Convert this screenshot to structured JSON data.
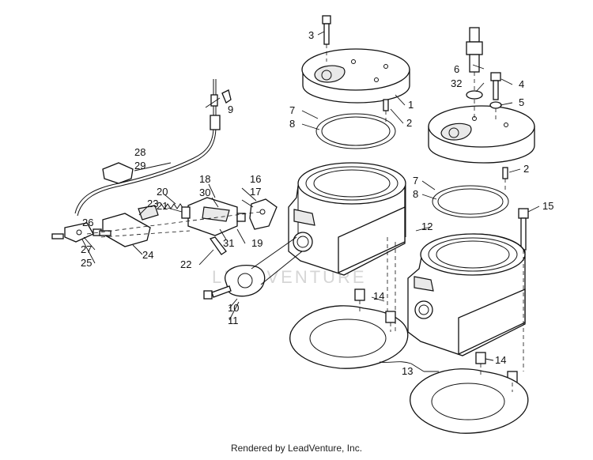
{
  "diagram": {
    "footer": "Rendered by LeadVenture, Inc.",
    "watermark": "LEADVENTURE",
    "callouts": [
      "1",
      "2",
      "3",
      "4",
      "5",
      "6",
      "7",
      "8",
      "9",
      "10",
      "11",
      "12",
      "13",
      "14",
      "15",
      "16",
      "17",
      "18",
      "19",
      "20",
      "21",
      "22",
      "23",
      "24",
      "25",
      "26",
      "27",
      "28",
      "29",
      "30",
      "31",
      "32"
    ]
  }
}
